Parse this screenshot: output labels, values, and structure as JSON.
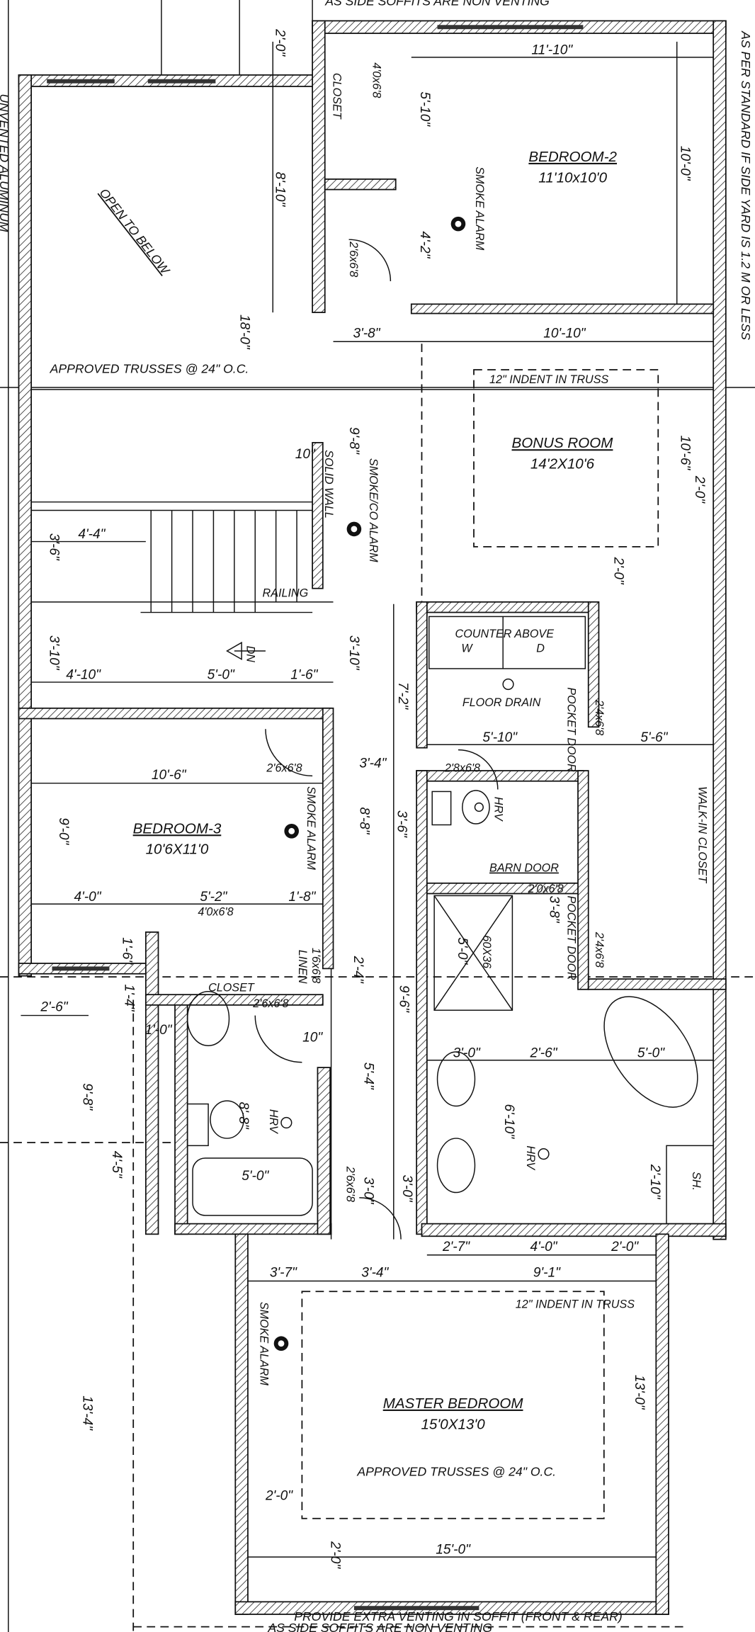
{
  "notes": {
    "top_soffit": "AS SIDE SOFFITS ARE NON VENTING",
    "right_side": "AS PER STANDARD IF SIDE YARD IS 1.2 M OR LESS",
    "left_side": "UNVENTED ALUMINUM",
    "bottom_venting": "PROVIDE EXTRA VENTING IN SOFFIT (FRONT & REAR)",
    "bottom_soffit": "AS SIDE SOFFITS ARE NON VENTING",
    "trusses_upper": "APPROVED TRUSSES @ 24\" O.C.",
    "trusses_master": "APPROVED TRUSSES @ 24\" O.C.",
    "indent_bonus": "12\" INDENT IN TRUSS",
    "indent_master": "12\" INDENT IN TRUSS",
    "open_to_below": "OPEN TO BELOW",
    "solid_wall": "SOLID WALL",
    "railing": "RAILING",
    "stair_direction": "DN",
    "counter_above": "COUNTER ABOVE",
    "washer": "W",
    "dryer": "D",
    "floor_drain": "FLOOR DRAIN",
    "pocket_door_1": "POCKET DOOR",
    "pocket_door_2": "POCKET DOOR",
    "barn_door": "BARN DOOR",
    "shower": "60X36",
    "shower_small": "SH.",
    "hrv_1": "HRV",
    "hrv_2": "HRV",
    "hrv_3": "HRV",
    "smoke_alarm_1": "SMOKE ALARM",
    "smoke_co_alarm": "SMOKE/CO ALARM",
    "smoke_alarm_3": "SMOKE ALARM",
    "smoke_alarm_master": "SMOKE ALARM",
    "closet_1": "CLOSET",
    "closet_2": "CLOSET",
    "linen": "LINEN",
    "walk_in_closet": "WALK-IN CLOSET"
  },
  "rooms": {
    "bedroom2": {
      "name": "BEDROOM-2",
      "size": "11'10x10'0"
    },
    "bonus": {
      "name": "BONUS ROOM",
      "size": "14'2X10'6"
    },
    "bedroom3": {
      "name": "BEDROOM-3",
      "size": "10'6X11'0"
    },
    "master": {
      "name": "MASTER BEDROOM",
      "size": "15'0X13'0"
    }
  },
  "doors": [
    "4'0x6'8",
    "2'6x6'8",
    "2'6x6'8",
    "2'8x6'8",
    "4'0x6'8",
    "2'6x6'8",
    "2'0x6'8",
    "2'4x6'8",
    "2'4x6'8",
    "1'6x6'8",
    "2'6x6'8"
  ],
  "dimensions": {
    "h": [
      "11'-10\"",
      "3'-8\"",
      "10'-10\"",
      "4'-4\"",
      "4'-10\"",
      "5'-0\"",
      "1'-6\"",
      "5'-10\"",
      "5'-6\"",
      "3'-4\"",
      "10'-6\"",
      "4'-0\"",
      "5'-2\"",
      "1'-8\"",
      "2'-6\"",
      "1'-0\"",
      "3'-0\"",
      "2'-6\"",
      "5'-0\"",
      "5'-0\"",
      "2'-7\"",
      "4'-0\"",
      "2'-0\"",
      "9'-1\"",
      "3'-7\"",
      "3'-4\"",
      "2'-0\"",
      "15'-0\"",
      "10\"",
      "10\""
    ],
    "v": [
      "2'-0\"",
      "8'-10\"",
      "18'-0\"",
      "10'-0\"",
      "4'-2\"",
      "5'-10\"",
      "9'-8\"",
      "10'-6\"",
      "2'-0\"",
      "2'-0\"",
      "3'-6\"",
      "3'-10\"",
      "3'-10\"",
      "7'-2\"",
      "8'-8\"",
      "3'-6\"",
      "9'-0\"",
      "9'-6\"",
      "5'-4\"",
      "6'-10\"",
      "2'-10\"",
      "9'-8\"",
      "4'-5\"",
      "13'-4\"",
      "13'-0\"",
      "2'-0\"",
      "3'-0\"",
      "3'-0\"",
      "8'-8\"",
      "1'-4\"",
      "1'-6\"",
      "3'-8\"",
      "5'-0\"",
      "2'-4\""
    ]
  }
}
